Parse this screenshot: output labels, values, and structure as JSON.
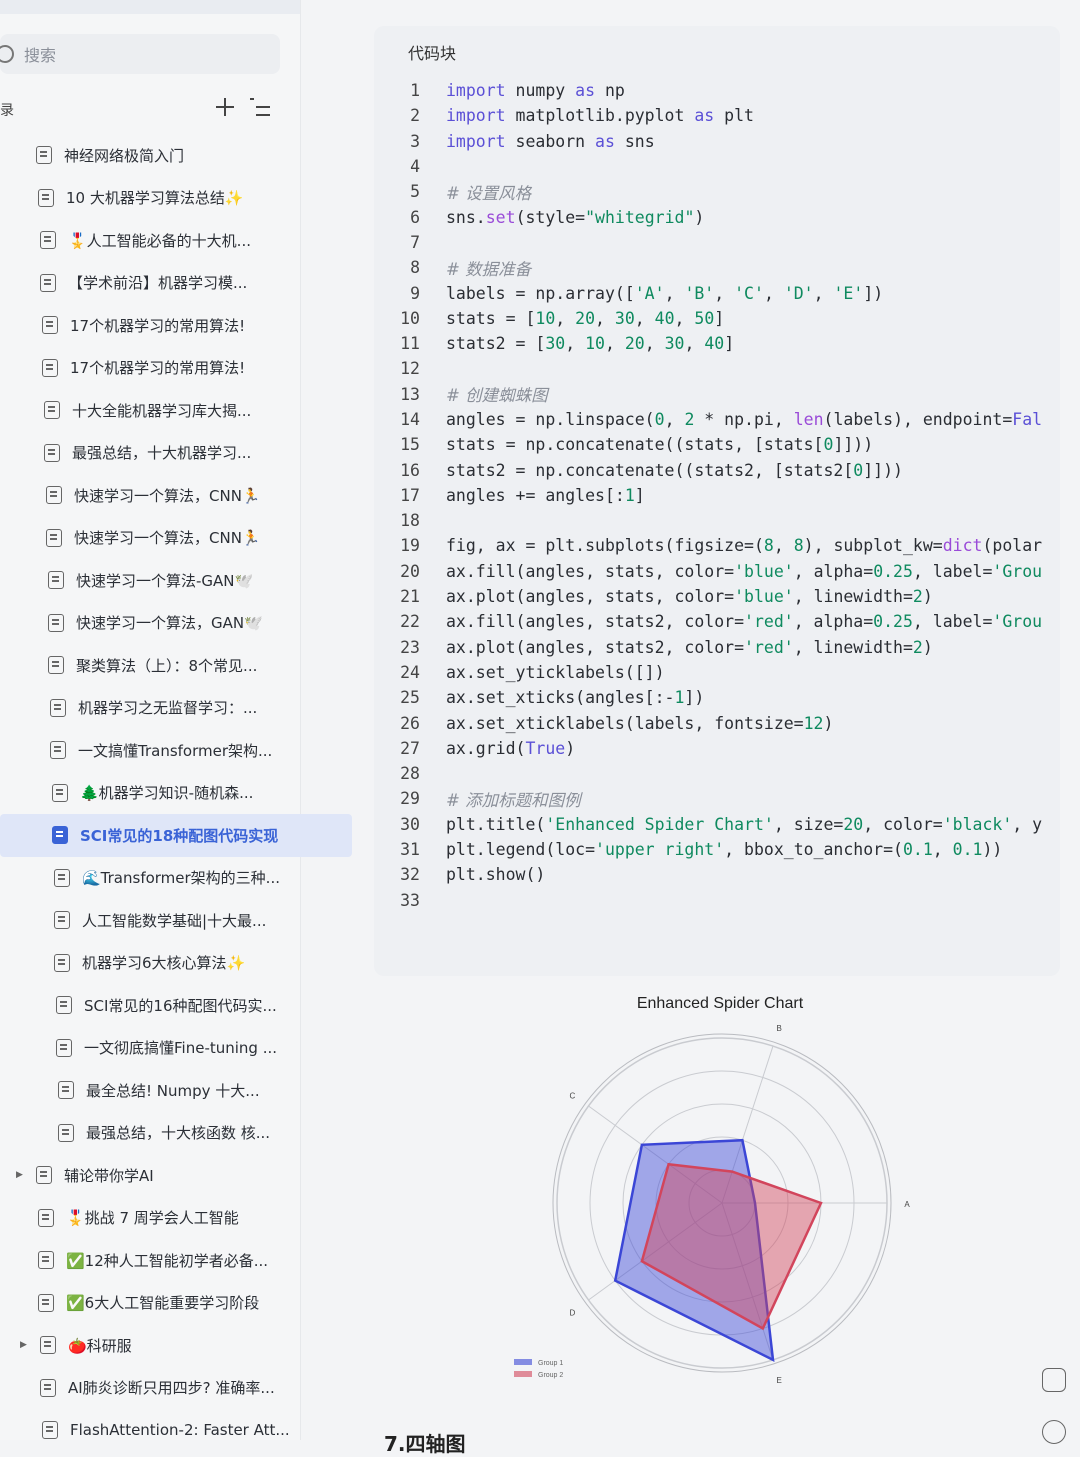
{
  "sidebar": {
    "search_placeholder": "搜索",
    "toc_title": "目录",
    "items": [
      {
        "label": "神经网络极简入门",
        "indent": 36
      },
      {
        "label": "10 大机器学习算法总结✨",
        "indent": 38
      },
      {
        "label": "🎖️人工智能必备的十大机...",
        "indent": 40
      },
      {
        "label": "【学术前沿】机器学习模...",
        "indent": 40
      },
      {
        "label": "17个机器学习的常用算法!",
        "indent": 42
      },
      {
        "label": "17个机器学习的常用算法!",
        "indent": 42
      },
      {
        "label": "十大全能机器学习库大揭...",
        "indent": 44
      },
      {
        "label": "最强总结，十大机器学习...",
        "indent": 44
      },
      {
        "label": "快速学习一个算法，CNN🏃",
        "indent": 46
      },
      {
        "label": "快速学习一个算法，CNN🏃",
        "indent": 46
      },
      {
        "label": "快速学习一个算法-GAN🕊️",
        "indent": 48
      },
      {
        "label": "快速学习一个算法，GAN🕊️",
        "indent": 48
      },
      {
        "label": "聚类算法（上）：8个常见...",
        "indent": 48
      },
      {
        "label": "机器学习之无监督学习：...",
        "indent": 50
      },
      {
        "label": "一文搞懂Transformer架构...",
        "indent": 50
      },
      {
        "label": "🌲机器学习知识-随机森...",
        "indent": 52
      },
      {
        "label": "SCI常见的18种配图代码实现",
        "indent": 52,
        "active": true
      },
      {
        "label": "🌊Transformer架构的三种...",
        "indent": 54
      },
      {
        "label": "人工智能数学基础|十大最...",
        "indent": 54
      },
      {
        "label": "机器学习6大核心算法✨",
        "indent": 54
      },
      {
        "label": "SCI常见的16种配图代码实...",
        "indent": 56
      },
      {
        "label": "一文彻底搞懂Fine-tuning ...",
        "indent": 56
      },
      {
        "label": "最全总结! Numpy 十大...",
        "indent": 58
      },
      {
        "label": "最强总结，十大核函数 核...",
        "indent": 58
      },
      {
        "label": "辅论带你学AI",
        "indent": 36,
        "arrow": true
      },
      {
        "label": "🎖️挑战 7 周学会人工智能",
        "indent": 38
      },
      {
        "label": "✅12种人工智能初学者必备...",
        "indent": 38
      },
      {
        "label": "✅6大人工智能重要学习阶段",
        "indent": 38
      },
      {
        "label": "🍅科研服",
        "indent": 40,
        "arrow": true
      },
      {
        "label": "AI肺炎诊断只用四步? 准确率...",
        "indent": 40
      },
      {
        "label": "FlashAttention-2: Faster Att...",
        "indent": 42
      }
    ]
  },
  "code_block": {
    "title": "代码块",
    "lines": [
      {
        "n": "1",
        "html": "<span class='kw'>import</span> numpy <span class='kw'>as</span> np"
      },
      {
        "n": "2",
        "html": "<span class='kw'>import</span> matplotlib.pyplot <span class='kw'>as</span> plt"
      },
      {
        "n": "3",
        "html": "<span class='kw'>import</span> seaborn <span class='kw'>as</span> sns"
      },
      {
        "n": "4",
        "html": ""
      },
      {
        "n": "5",
        "html": "<span class='cm'># 设置风格</span>"
      },
      {
        "n": "6",
        "html": "sns.<span class='fn'>set</span>(style=<span class='st'>\"whitegrid\"</span>)"
      },
      {
        "n": "7",
        "html": ""
      },
      {
        "n": "8",
        "html": "<span class='cm'># 数据准备</span>"
      },
      {
        "n": "9",
        "html": "labels = np.array([<span class='st'>'A'</span>, <span class='st'>'B'</span>, <span class='st'>'C'</span>, <span class='st'>'D'</span>, <span class='st'>'E'</span>])"
      },
      {
        "n": "10",
        "html": "stats = [<span class='nu'>10</span>, <span class='nu'>20</span>, <span class='nu'>30</span>, <span class='nu'>40</span>, <span class='nu'>50</span>]"
      },
      {
        "n": "11",
        "html": "stats2 = [<span class='nu'>30</span>, <span class='nu'>10</span>, <span class='nu'>20</span>, <span class='nu'>30</span>, <span class='nu'>40</span>]"
      },
      {
        "n": "12",
        "html": ""
      },
      {
        "n": "13",
        "html": "<span class='cm'># 创建蜘蛛图</span>"
      },
      {
        "n": "14",
        "html": "angles = np.linspace(<span class='nu'>0</span>, <span class='nu'>2</span> * np.pi, <span class='fn'>len</span>(labels), endpoint=<span class='kw'>Fal</span>"
      },
      {
        "n": "15",
        "html": "stats = np.concatenate((stats, [stats[<span class='nu'>0</span>]]))"
      },
      {
        "n": "16",
        "html": "stats2 = np.concatenate((stats2, [stats2[<span class='nu'>0</span>]]))"
      },
      {
        "n": "17",
        "html": "angles += angles[:<span class='nu'>1</span>]"
      },
      {
        "n": "18",
        "html": ""
      },
      {
        "n": "19",
        "html": "fig, ax = plt.subplots(figsize=(<span class='nu'>8</span>, <span class='nu'>8</span>), subplot_kw=<span class='fn'>dict</span>(polar"
      },
      {
        "n": "20",
        "html": "ax.fill(angles, stats, color=<span class='st'>'blue'</span>, alpha=<span class='nu'>0.25</span>, label=<span class='st'>'Grou</span>"
      },
      {
        "n": "21",
        "html": "ax.plot(angles, stats, color=<span class='st'>'blue'</span>, linewidth=<span class='nu'>2</span>)"
      },
      {
        "n": "22",
        "html": "ax.fill(angles, stats2, color=<span class='st'>'red'</span>, alpha=<span class='nu'>0.25</span>, label=<span class='st'>'Grou</span>"
      },
      {
        "n": "23",
        "html": "ax.plot(angles, stats2, color=<span class='st'>'red'</span>, linewidth=<span class='nu'>2</span>)"
      },
      {
        "n": "24",
        "html": "ax.set_yticklabels([])"
      },
      {
        "n": "25",
        "html": "ax.set_xticks(angles[:-<span class='nu'>1</span>])"
      },
      {
        "n": "26",
        "html": "ax.set_xticklabels(labels, fontsize=<span class='nu'>12</span>)"
      },
      {
        "n": "27",
        "html": "ax.grid(<span class='kw'>True</span>)"
      },
      {
        "n": "28",
        "html": ""
      },
      {
        "n": "29",
        "html": "<span class='cm'># 添加标题和图例</span>"
      },
      {
        "n": "30",
        "html": "plt.title(<span class='st'>'Enhanced Spider Chart'</span>, size=<span class='nu'>20</span>, color=<span class='st'>'black'</span>, y"
      },
      {
        "n": "31",
        "html": "plt.legend(loc=<span class='st'>'upper right'</span>, bbox_to_anchor=(<span class='nu'>0.1</span>, <span class='nu'>0.1</span>))"
      },
      {
        "n": "32",
        "html": "plt.show()"
      },
      {
        "n": "33",
        "html": ""
      }
    ]
  },
  "chart_data": {
    "type": "radar",
    "title": "Enhanced Spider Chart",
    "categories": [
      "A",
      "B",
      "C",
      "D",
      "E"
    ],
    "series": [
      {
        "name": "Group 1",
        "values": [
          10,
          20,
          30,
          40,
          50
        ],
        "color": "#3b46d6"
      },
      {
        "name": "Group 2",
        "values": [
          30,
          10,
          20,
          30,
          40
        ],
        "color": "#d2455c"
      }
    ],
    "rmax": 50,
    "grid": true,
    "legend_position": "lower-left"
  },
  "next_section_heading": "7.四轴图"
}
